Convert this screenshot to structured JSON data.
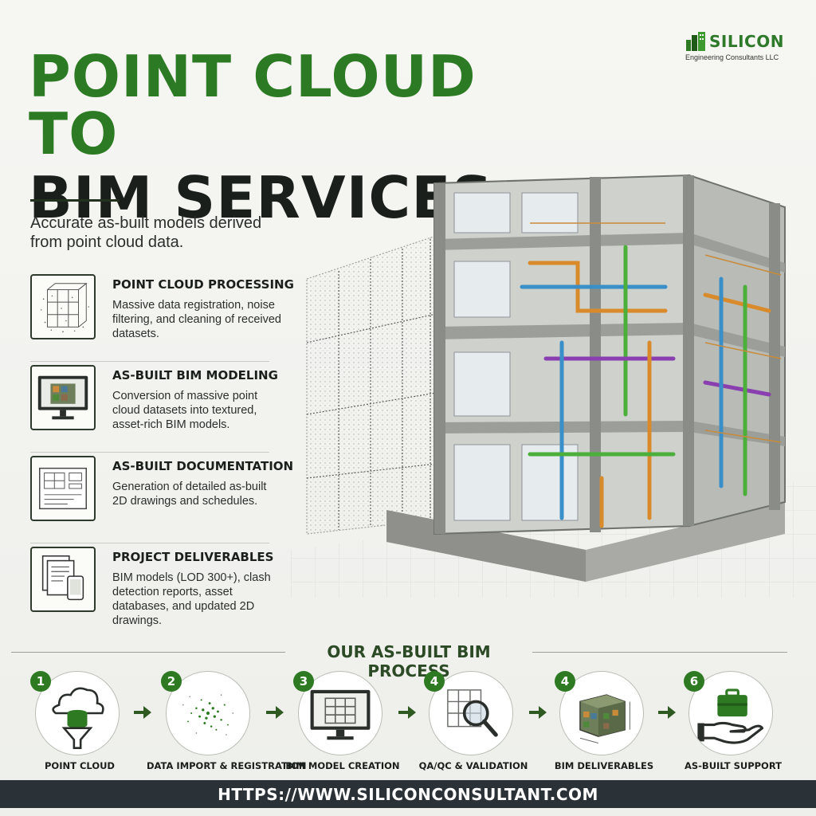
{
  "brand": {
    "name": "SILICON",
    "tagline": "Engineering Consultants LLC",
    "accent": "#2e7a22",
    "dark": "#1b1f1c"
  },
  "hero": {
    "title_line1": "POINT CLOUD TO",
    "title_line2": "BIM SERVICES",
    "subtitle": "Accurate as-built models derived from point cloud data."
  },
  "services": [
    {
      "title": "POINT CLOUD PROCESSING",
      "description": "Massive data registration, noise filtering, and cleaning of received datasets.",
      "icon": "point-cloud-building-icon"
    },
    {
      "title": "AS-BUILT BIM MODELING",
      "description": "Conversion of massive point cloud datasets into textured, asset-rich BIM models.",
      "icon": "monitor-model-icon"
    },
    {
      "title": "AS-BUILT DOCUMENTATION",
      "description": "Generation of detailed as-built 2D drawings and schedules.",
      "icon": "blueprint-drawing-icon"
    },
    {
      "title": "PROJECT DELIVERABLES",
      "description": "BIM models (LOD 300+), clash detection reports, asset databases, and updated 2D drawings.",
      "icon": "documents-tablet-icon"
    }
  ],
  "process": {
    "title": "OUR AS-BUILT BIM PROCESS",
    "steps": [
      {
        "number": "1",
        "label": "POINT CLOUD",
        "icon": "cloud-database-funnel-icon"
      },
      {
        "number": "2",
        "label": "DATA IMPORT & REGISTRATION",
        "icon": "point-scatter-icon"
      },
      {
        "number": "3",
        "label": "BIM MODEL CREATION",
        "icon": "monitor-building-icon"
      },
      {
        "number": "4",
        "label": "QA/QC & VALIDATION",
        "icon": "magnifier-structure-icon"
      },
      {
        "number": "4",
        "label": "BIM DELIVERABLES",
        "icon": "model-cube-icon"
      },
      {
        "number": "6",
        "label": "AS-BUILT SUPPORT",
        "icon": "hand-toolbox-icon"
      }
    ]
  },
  "footer": {
    "url": "HTTPS://WWW.SILICONCONSULTANT.COM"
  }
}
